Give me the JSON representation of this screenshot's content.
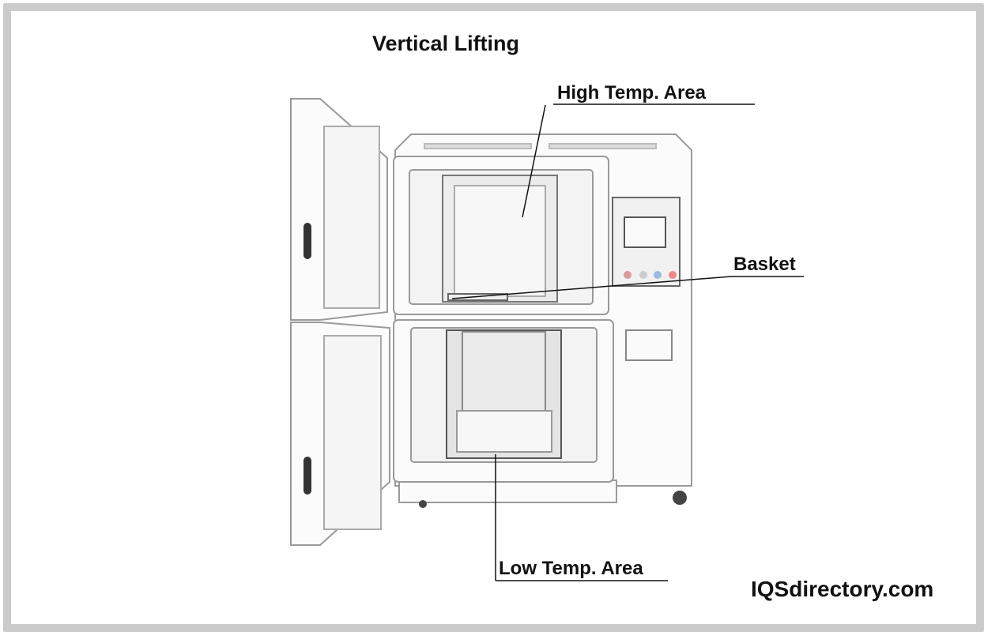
{
  "title": "Vertical Lifting",
  "labels": {
    "high_temp": "High Temp. Area",
    "basket": "Basket",
    "low_temp": "Low Temp. Area"
  },
  "brand": "IQSdirectory.com"
}
